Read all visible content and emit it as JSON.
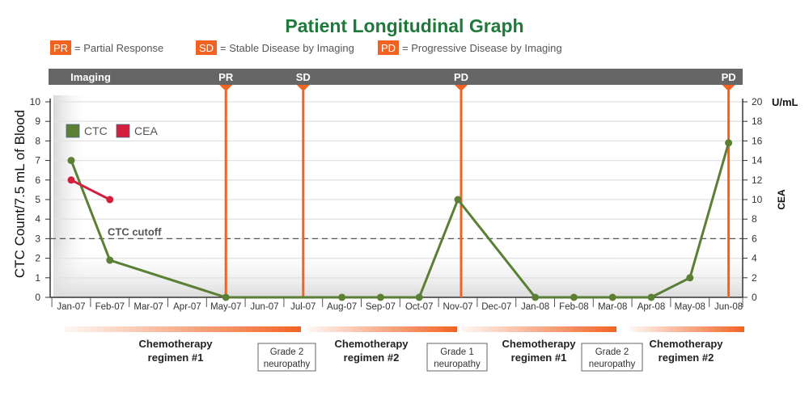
{
  "chart_data": {
    "type": "line",
    "title": "Patient Longitudinal Graph",
    "key": [
      {
        "abbr": "PR",
        "text": "=  Partial Response"
      },
      {
        "abbr": "SD",
        "text": "= Stable Disease by Imaging"
      },
      {
        "abbr": "PD",
        "text": "= Progressive Disease by Imaging"
      }
    ],
    "imaging_label": "Imaging",
    "imaging_events": [
      {
        "label": "PR",
        "month": "May-07"
      },
      {
        "label": "SD",
        "month": "Jul-07"
      },
      {
        "label": "PD",
        "month": "Nov-07"
      },
      {
        "label": "PD",
        "month": "Jun-08"
      }
    ],
    "categories": [
      "Jan-07",
      "Feb-07",
      "Mar-07",
      "Apr-07",
      "May-07",
      "Jun-07",
      "Jul-07",
      "Aug-07",
      "Sep-07",
      "Oct-07",
      "Nov-07",
      "Dec-07",
      "Jan-08",
      "Feb-08",
      "Mar-08",
      "Apr-08",
      "May-08",
      "Jun-08"
    ],
    "ylabel": "CTC Count/7.5 mL of Blood",
    "ylim": [
      0,
      10
    ],
    "yticks": [
      0,
      1,
      2,
      3,
      4,
      5,
      6,
      7,
      8,
      9,
      10
    ],
    "y2label": "CEA",
    "y2unit": "U/mL",
    "y2lim": [
      0,
      20
    ],
    "y2ticks": [
      0,
      2,
      4,
      6,
      8,
      10,
      12,
      14,
      16,
      18,
      20
    ],
    "grid": true,
    "legend": "top-left",
    "cutoff": {
      "label": "CTC cutoff",
      "value": 3
    },
    "series": [
      {
        "name": "CTC",
        "axis": "left",
        "color": "#5a7f35",
        "points": [
          [
            "Jan-07",
            7
          ],
          [
            "Feb-07",
            1.9
          ],
          [
            "May-07",
            0
          ],
          [
            "Aug-07",
            0
          ],
          [
            "Sep-07",
            0
          ],
          [
            "Oct-07",
            0
          ],
          [
            "Nov-07",
            5
          ],
          [
            "Jan-08",
            0
          ],
          [
            "Feb-08",
            0
          ],
          [
            "Mar-08",
            0
          ],
          [
            "Apr-08",
            0
          ],
          [
            "May-08",
            1
          ],
          [
            "Jun-08",
            7.9
          ]
        ]
      },
      {
        "name": "CEA",
        "axis": "right",
        "color": "#d21f3c",
        "points": [
          [
            "Jan-07",
            12
          ],
          [
            "Feb-07",
            10
          ]
        ]
      }
    ],
    "treatments": [
      {
        "line1": "Chemotherapy",
        "line2": "regimen #1"
      },
      {
        "line1": "Chemotherapy",
        "line2": "regimen #2"
      },
      {
        "line1": "Chemotherapy",
        "line2": "regimen #1"
      },
      {
        "line1": "Chemotherapy",
        "line2": "regimen #2"
      }
    ],
    "toxicities": [
      {
        "line1": "Grade 2",
        "line2": "neuropathy"
      },
      {
        "line1": "Grade 1",
        "line2": "neuropathy"
      },
      {
        "line1": "Grade 2",
        "line2": "neuropathy"
      }
    ],
    "colors": {
      "accent": "#f26322",
      "title": "#1e7a3a",
      "bar": "#666666"
    }
  }
}
